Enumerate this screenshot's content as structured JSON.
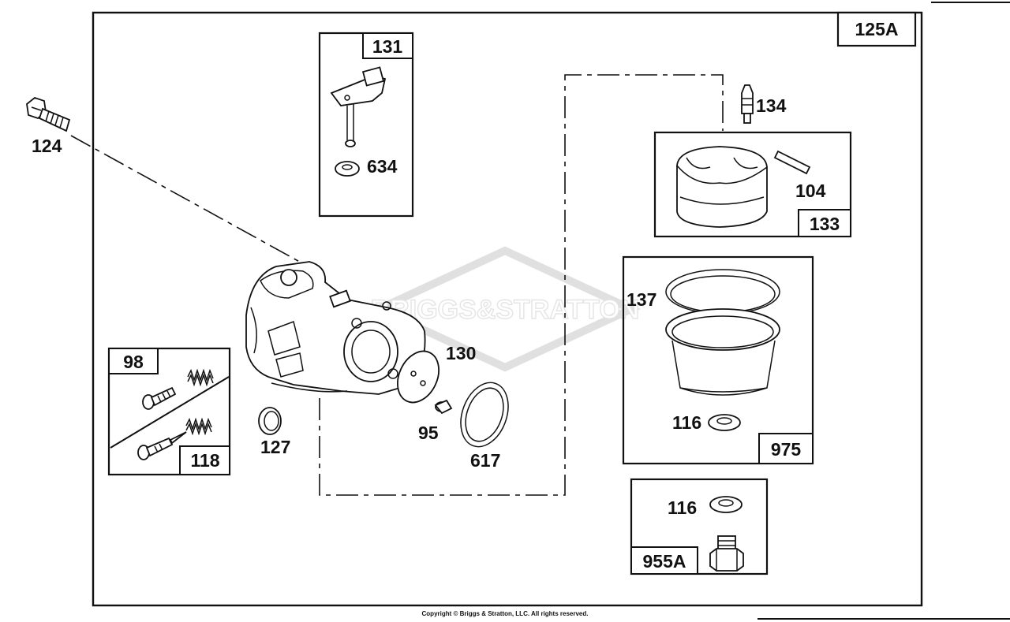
{
  "diagram": {
    "frame_label": "125A",
    "parts": {
      "p124": "124",
      "p131": "131",
      "p634": "634",
      "p134": "134",
      "p104": "104",
      "p133": "133",
      "p137": "137",
      "p130": "130",
      "p98": "98",
      "p118": "118",
      "p127": "127",
      "p95": "95",
      "p617": "617",
      "p116a": "116",
      "p975": "975",
      "p116b": "116",
      "p955A": "955A"
    },
    "watermark": "BRIGGS&STRATTON",
    "copyright": "Copyright © Briggs & Stratton, LLC. All rights reserved."
  }
}
